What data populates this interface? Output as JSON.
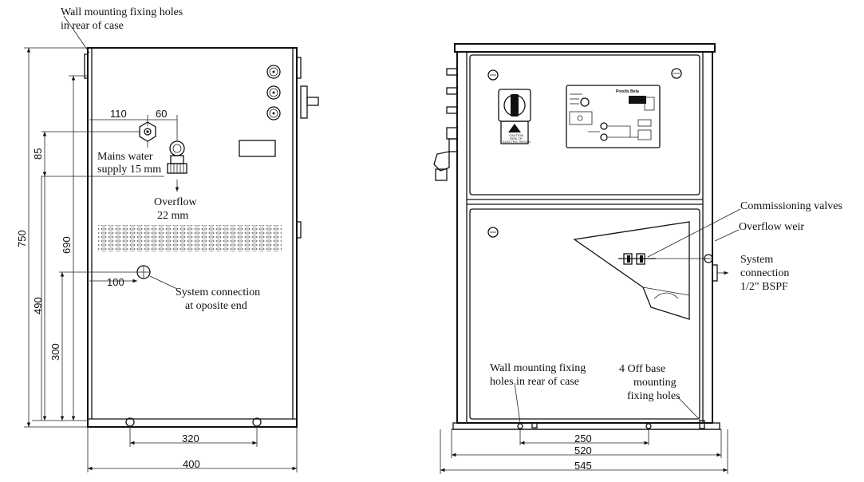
{
  "side_view": {
    "annotations": {
      "wall_holes_rear": [
        "Wall mounting fixing holes",
        "in rear of case"
      ],
      "mains_water": [
        "Mains water",
        "supply 15 mm"
      ],
      "overflow": [
        "Overflow",
        "22 mm"
      ],
      "system_connection": [
        "System connection",
        "at oposite end"
      ]
    },
    "dimensions": {
      "d110": "110",
      "d60": "60",
      "d85": "85",
      "d750": "750",
      "d690": "690",
      "d490": "490",
      "d300": "300",
      "d100": "100",
      "d320": "320",
      "d400": "400"
    }
  },
  "front_view": {
    "annotations": {
      "commissioning_valves": "Commissioning valves",
      "overflow_weir": "Overflow weir",
      "system_connection": [
        "System",
        "connection",
        "1/2\" BSPF"
      ],
      "wall_holes": [
        "Wall mounting fixing",
        "holes in rear of case"
      ],
      "base_holes": [
        "4 Off base",
        "mounting",
        "fixing holes"
      ]
    },
    "dimensions": {
      "d250": "250",
      "d520": "520",
      "d545": "545"
    },
    "panel": {
      "brand": "Presfix Beta",
      "caution": [
        "CAUTION",
        "RISK OF",
        "ELECTRIC SHOCK"
      ]
    }
  }
}
